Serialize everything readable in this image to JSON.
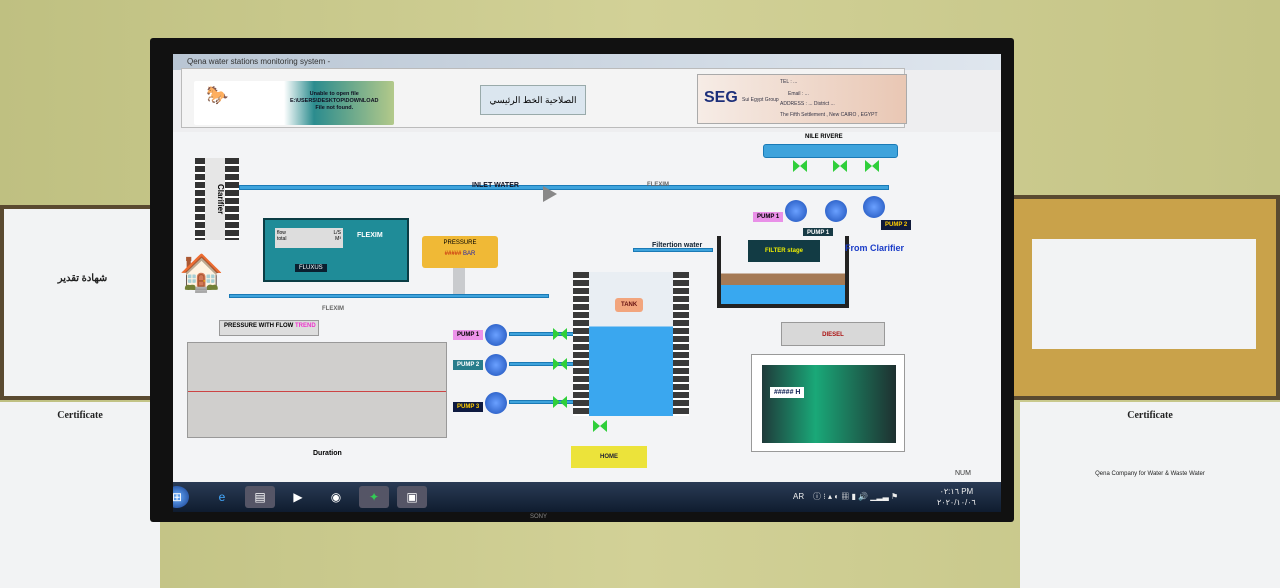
{
  "window": {
    "title": "Qena water stations monitoring system -"
  },
  "header": {
    "error_line1": "Unable to open file",
    "error_line2": "E:\\USERS\\DESKTOP\\DOWNLOAD",
    "error_line3": "File not found.",
    "arabic_title": "الصلاحية الخط الرئيسي",
    "company": {
      "name": "SEG",
      "subtitle": "Sui Egypt Group",
      "tel": "TEL : ...",
      "email": "Email : ...",
      "address": "ADDRESS : ... District ...",
      "location": "The Fifth Settlement , New CAIRO , EGYPT"
    }
  },
  "diagram": {
    "clarifier": "Clarifier",
    "inlet": "INLET WATER",
    "flexim": "FLEXIM",
    "fluxus": "FLUXUS",
    "flow_label": "flow",
    "total_label": "total",
    "flow_unit": "L/S",
    "total_unit": "M³",
    "pressure": "PRESSURE",
    "pressure_value": "#####",
    "pressure_unit": "BAR",
    "nile": "NILE RIVERE",
    "pump_labels": [
      "PUMP 1",
      "PUMP 1",
      "PUMP 2",
      "PUMP 1",
      "PUMP 2",
      "PUMP 3"
    ],
    "filtration": "Filtertion water",
    "filter_stage": "FILTER stage",
    "from_clarifier": "From Clarifier",
    "tank": "TANK",
    "diesel": "DIESEL",
    "diesel_value": "##### H",
    "home": "HOME",
    "chart_title": "PRESSURE WITH FLOW",
    "chart_trend": "TREND",
    "duration": "Duration"
  },
  "status": {
    "num": "NUM"
  },
  "taskbar": {
    "lang": "AR",
    "time": "٠٢:١٦ PM",
    "date": "٢٠٢٠/١٠/٠٦"
  },
  "monitor": {
    "brand": "SONY"
  },
  "wall": {
    "cert_left": "Certificate",
    "cert_right": "Certificate",
    "cert_arabic": "شهادة تقدير",
    "cert_right_company": "Qena Company for Water & Waste Water"
  }
}
